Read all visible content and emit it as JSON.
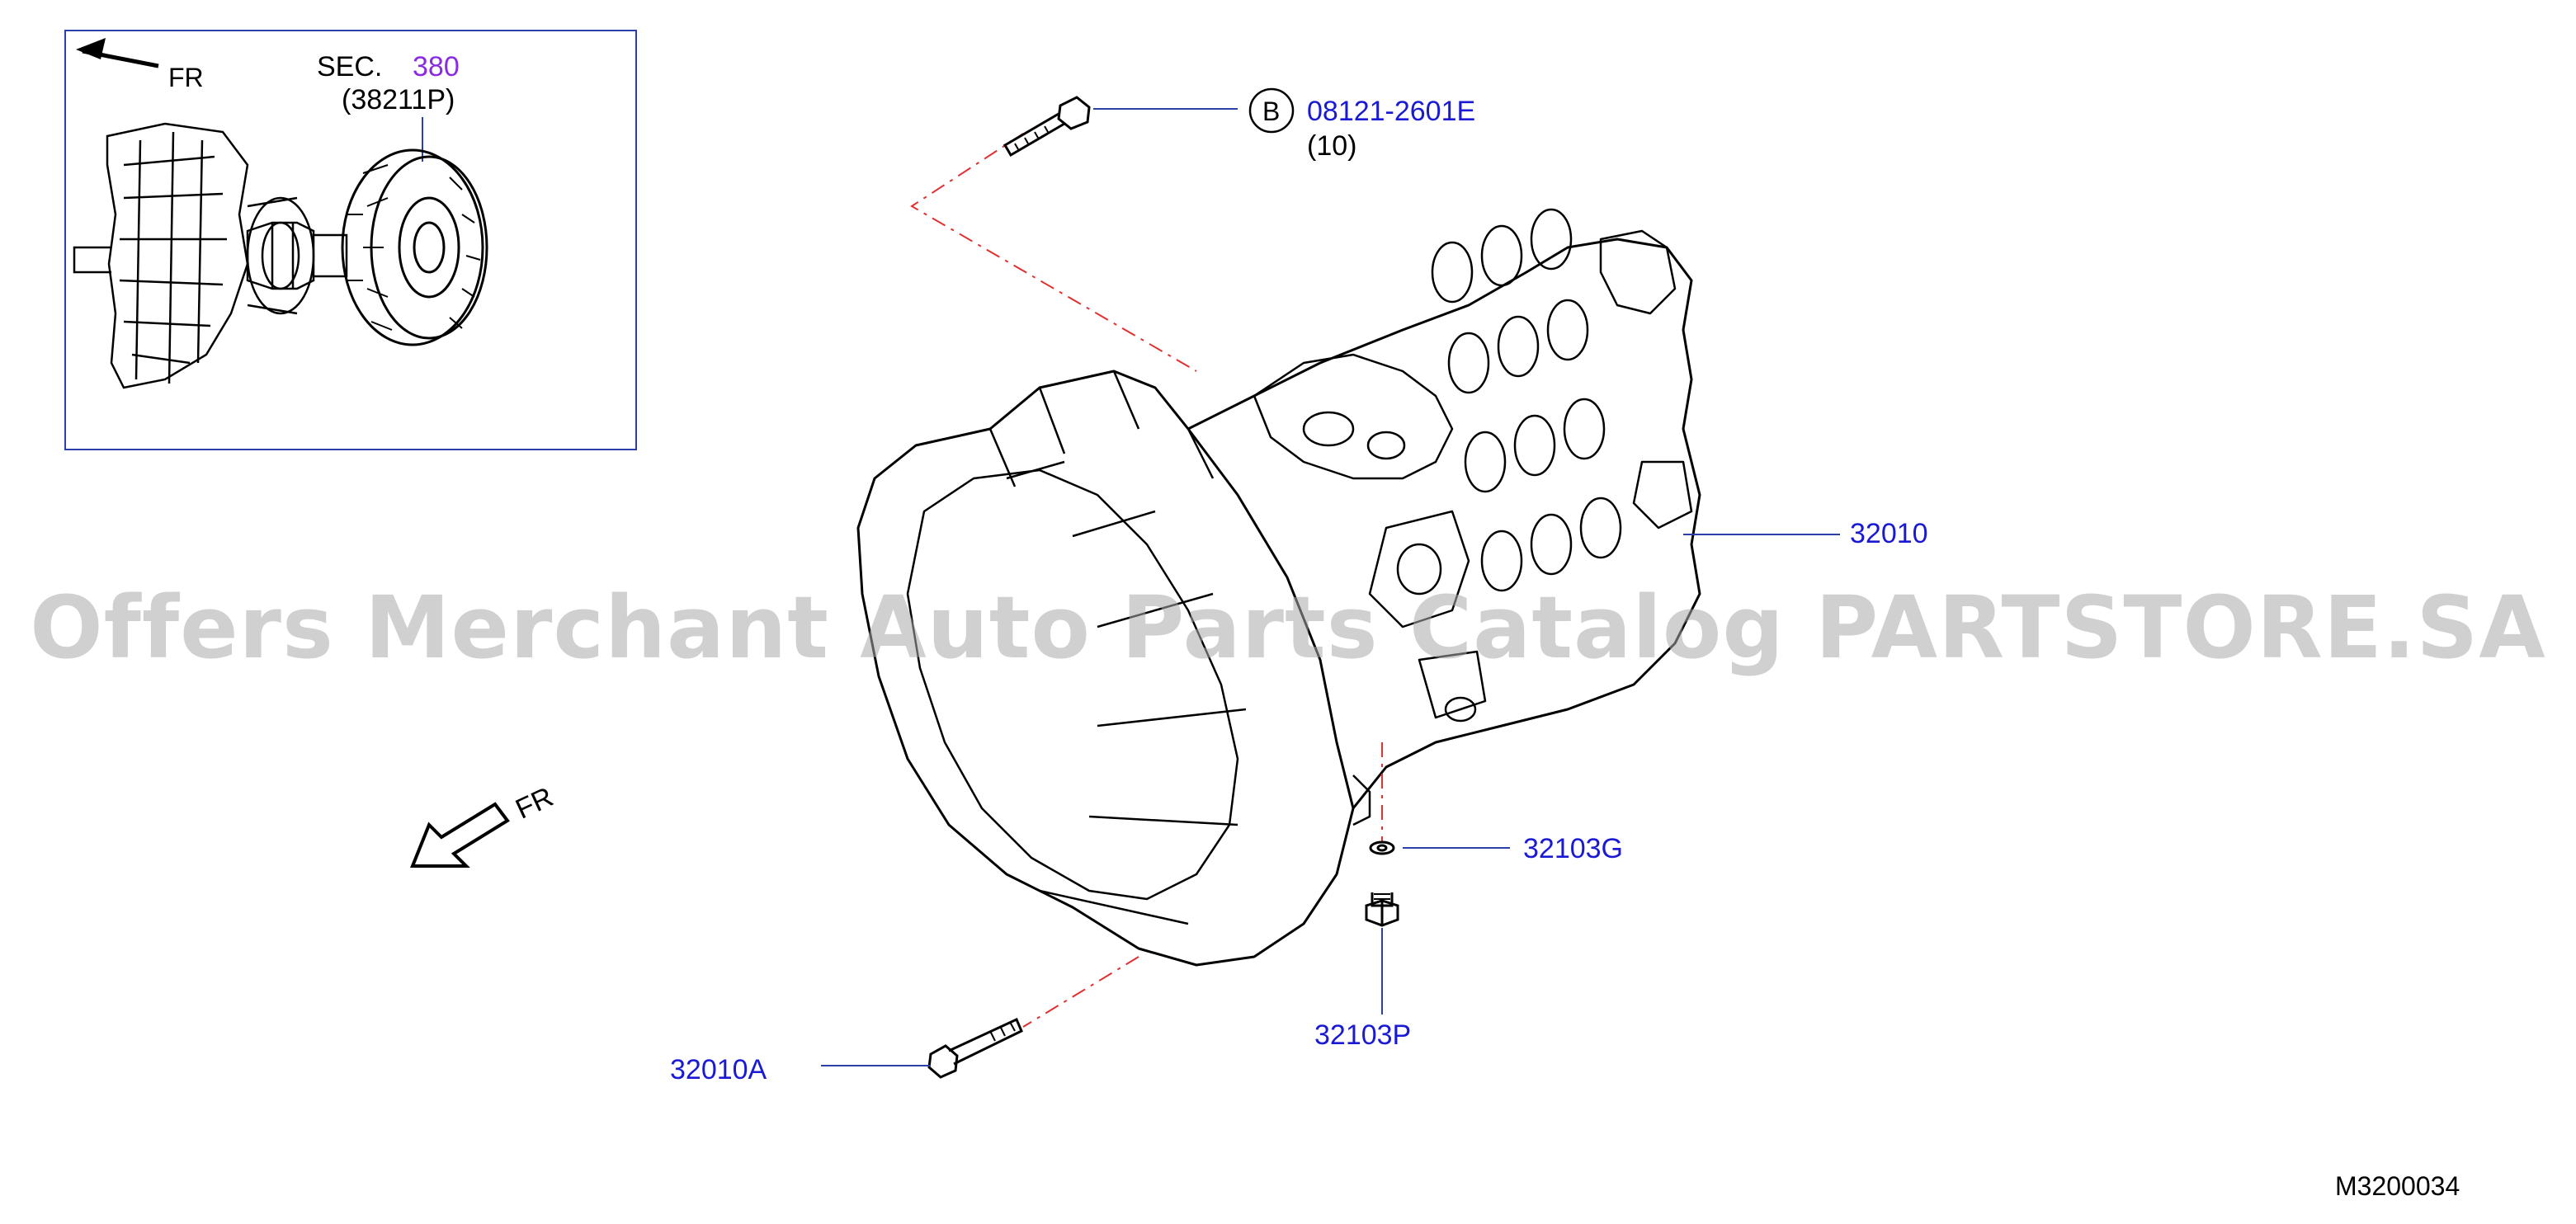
{
  "inset": {
    "fr_label": "FR",
    "sec_prefix": "SEC.",
    "sec_number": "380",
    "sec_part": "(38211P)"
  },
  "main": {
    "fr_label": "FR"
  },
  "callouts": {
    "bolt_ref": {
      "symbol": "B",
      "part_number": "08121-2601E",
      "quantity": "(10)"
    },
    "transmission": {
      "part_number": "32010"
    },
    "washer": {
      "part_number": "32103G"
    },
    "drain_plug": {
      "part_number": "32103P"
    },
    "lower_bolt": {
      "part_number": "32010A"
    }
  },
  "watermark": "Offers Merchant Auto Parts Catalog PARTSTORE.SA",
  "diagram_id": "M3200034",
  "colors": {
    "part_link": "#1a1ad4",
    "section_link": "#8a2be2",
    "inset_border": "#2a40a8",
    "leader_line": "#2a40a8",
    "dash_line": "#e03030",
    "watermark": "#aaaaaa"
  }
}
